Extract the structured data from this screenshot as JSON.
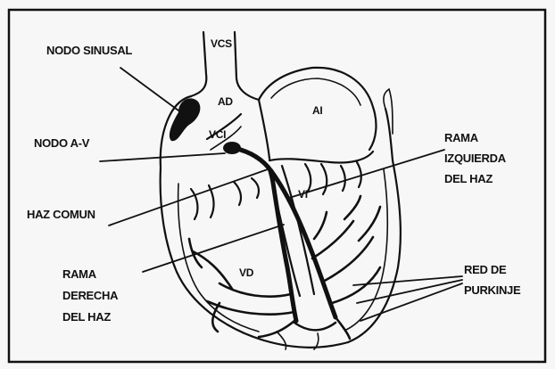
{
  "labels": {
    "nodo_sinusal": "NODO SINUSAL",
    "nodo_av": "NODO A-V",
    "haz_comun": "HAZ COMUN",
    "rama_derecha": [
      "RAMA",
      "DERECHA",
      "DEL HAZ"
    ],
    "rama_izquierda": [
      "RAMA",
      "IZQUIERDA",
      "DEL HAZ"
    ],
    "red_purkinje": [
      "RED DE",
      "PURKINJE"
    ],
    "vcs": "VCS",
    "ad": "AD",
    "ai": "AI",
    "vci": "VCI",
    "vi": "VI",
    "vd": "VD"
  },
  "colors": {
    "background": "#f7f7f7",
    "ink": "#111111"
  }
}
